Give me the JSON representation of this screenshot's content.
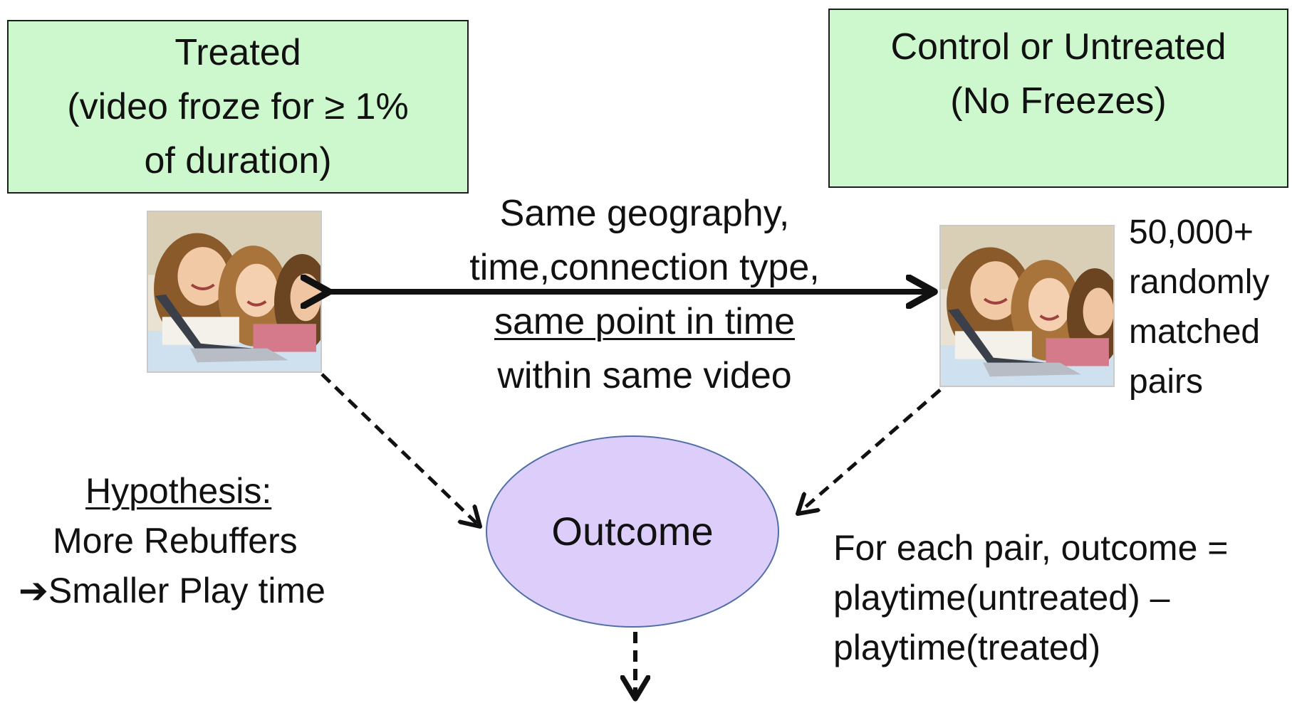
{
  "treated_box": {
    "line1": "Treated",
    "line2": "(video froze for ≥ 1%",
    "line3": "of duration)"
  },
  "control_box": {
    "line1": "Control or Untreated",
    "line2": "(No Freezes)"
  },
  "matching": {
    "line1": "Same geography,",
    "line2": "time,connection type,",
    "line3": "same point in time",
    "line4": "within same video"
  },
  "pairs": {
    "line1": "50,000+",
    "line2": "randomly",
    "line3": "matched",
    "line4": "pairs"
  },
  "outcome": {
    "label": "Outcome"
  },
  "hypothesis": {
    "title": "Hypothesis:",
    "line1": "More Rebuffers",
    "arrow_glyph": "➔",
    "line2": "Smaller Play time"
  },
  "formula": {
    "line1": "For each pair, outcome =",
    "line2": "playtime(untreated) –",
    "line3": "playtime(treated)"
  },
  "colors": {
    "box_fill": "#cdf7cd",
    "ellipse_fill": "#dccdfb",
    "ellipse_stroke": "#4f6fa6"
  },
  "icons": {
    "photo": "three-girls-with-laptop-photo"
  }
}
